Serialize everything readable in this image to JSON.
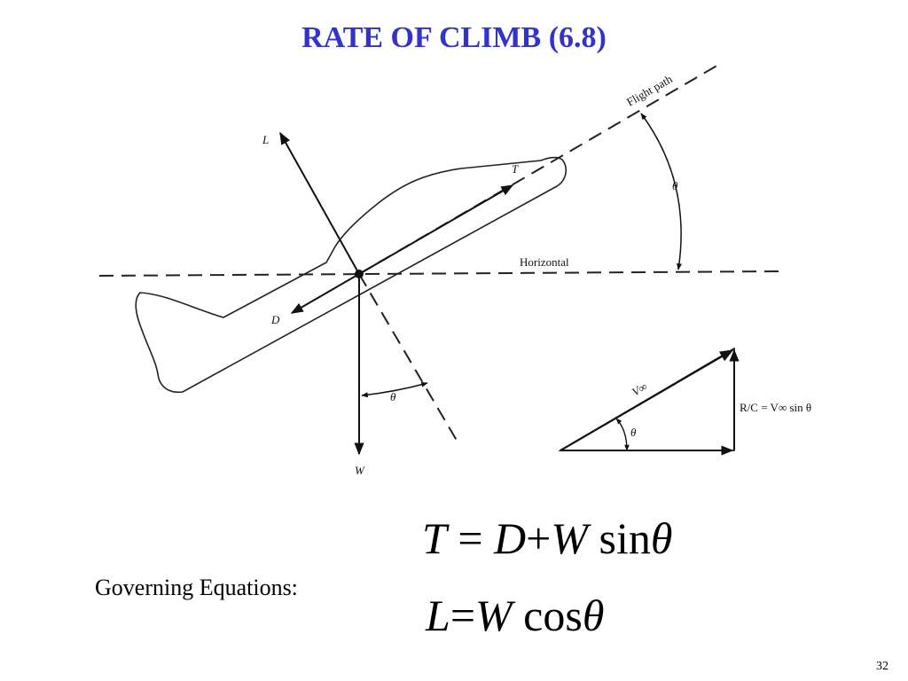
{
  "title": "RATE OF CLIMB (6.8)",
  "diagram": {
    "flight_path_label": "Flight path",
    "horizontal_label": "Horizontal",
    "theta": "θ",
    "force_labels": {
      "lift": "L",
      "thrust": "T",
      "drag": "D",
      "weight": "W"
    },
    "velocity_label": "V∞",
    "rc_label": "R/C = V∞ sin θ"
  },
  "equations_label": "Governing Equations:",
  "equations": {
    "eq1": {
      "lhs": "T",
      "eq": "=",
      "a": "D",
      "plus": "+",
      "b": "W",
      "fn": "sin",
      "var": "θ"
    },
    "eq2": {
      "lhs": "L",
      "eq": "=",
      "b": "W",
      "fn": "cos",
      "var": "θ"
    }
  },
  "page_number": "32"
}
